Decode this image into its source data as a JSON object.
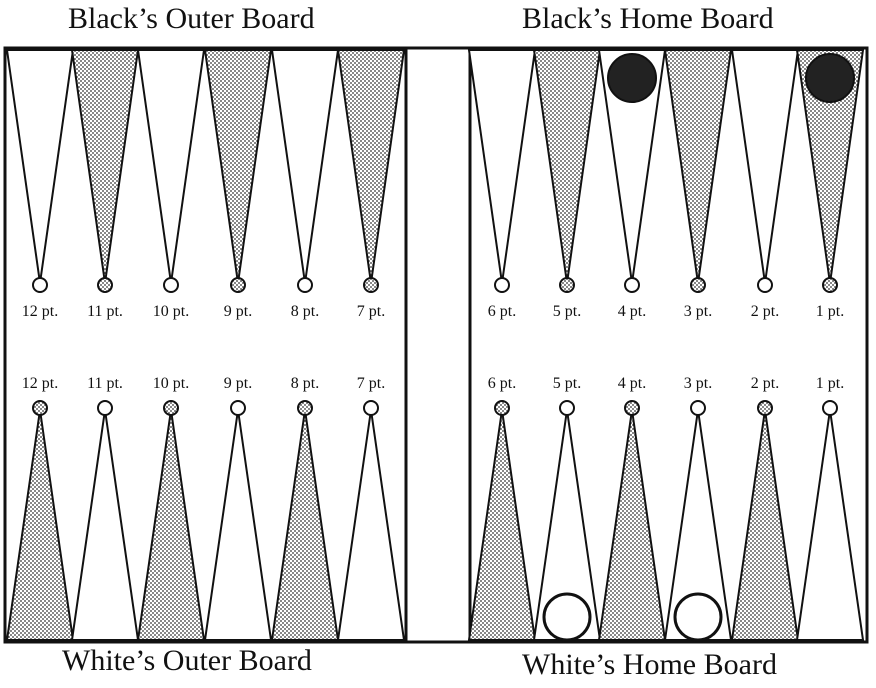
{
  "titles": {
    "black_outer": "Black’s Outer Board",
    "black_home": "Black’s Home Board",
    "white_outer": "White’s Outer Board",
    "white_home": "White’s Home Board"
  },
  "top_left_points": [
    "12 pt.",
    "11 pt.",
    "10 pt.",
    "9 pt.",
    "8 pt.",
    "7 pt."
  ],
  "top_right_points": [
    "6 pt.",
    "5 pt.",
    "4 pt.",
    "3 pt.",
    "2 pt.",
    "1 pt."
  ],
  "bottom_left_points": [
    "12 pt.",
    "11 pt.",
    "10 pt.",
    "9 pt.",
    "8 pt.",
    "7 pt."
  ],
  "bottom_right_points": [
    "6 pt.",
    "5 pt.",
    "4 pt.",
    "3 pt.",
    "2 pt.",
    "1 pt."
  ],
  "checkers": {
    "black_on_top_points": [
      "4 pt.",
      "1 pt."
    ],
    "white_on_bottom_points": [
      "5 pt.",
      "3 pt."
    ]
  },
  "colors": {
    "line": "#111111",
    "shade_dot": "#333333",
    "checker_black": "#222222"
  }
}
